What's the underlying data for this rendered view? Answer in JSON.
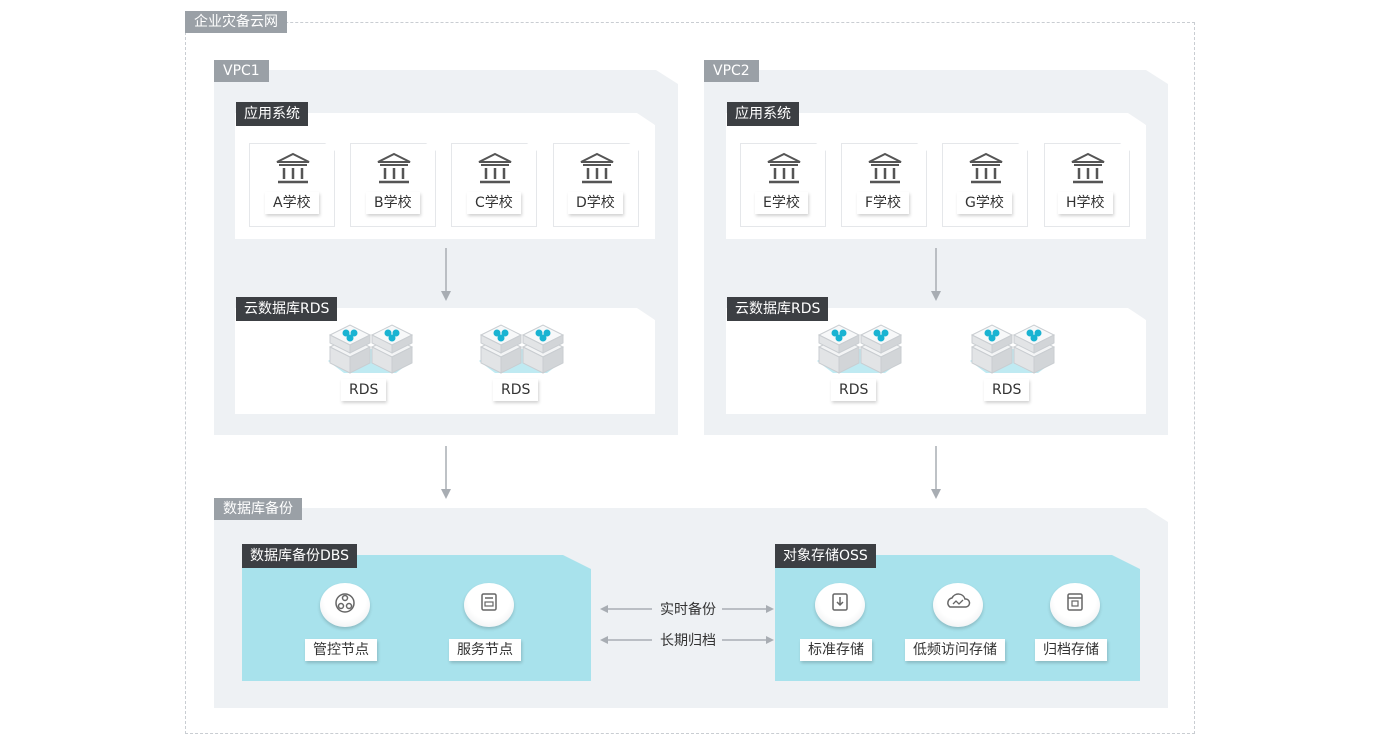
{
  "outer_title": "企业灾备云网",
  "vpc1": {
    "title": "VPC1",
    "app_title": "应用系统",
    "schools": [
      "A学校",
      "B学校",
      "C学校",
      "D学校"
    ],
    "rds_title": "云数据库RDS",
    "rds_labels": [
      "RDS",
      "RDS"
    ]
  },
  "vpc2": {
    "title": "VPC2",
    "app_title": "应用系统",
    "schools": [
      "E学校",
      "F学校",
      "G学校",
      "H学校"
    ],
    "rds_title": "云数据库RDS",
    "rds_labels": [
      "RDS",
      "RDS"
    ]
  },
  "backup": {
    "title": "数据库备份",
    "dbs": {
      "title": "数据库备份DBS",
      "nodes": [
        "管控节点",
        "服务节点"
      ]
    },
    "oss": {
      "title": "对象存储OSS",
      "nodes": [
        "标准存储",
        "低频访问存储",
        "归档存储"
      ]
    },
    "links": [
      "实时备份",
      "长期归档"
    ]
  },
  "colors": {
    "panel": "#eef1f4",
    "cyan_panel": "#a8e2ec",
    "accent": "#19b3d2",
    "dark_tag": "#3c3f43",
    "grey_tag": "#9aa0a6"
  },
  "icons": [
    "school-building-icon",
    "database-stack-icon",
    "management-node-icon",
    "service-node-icon",
    "standard-storage-icon",
    "low-frequency-storage-icon",
    "archive-storage-icon"
  ]
}
